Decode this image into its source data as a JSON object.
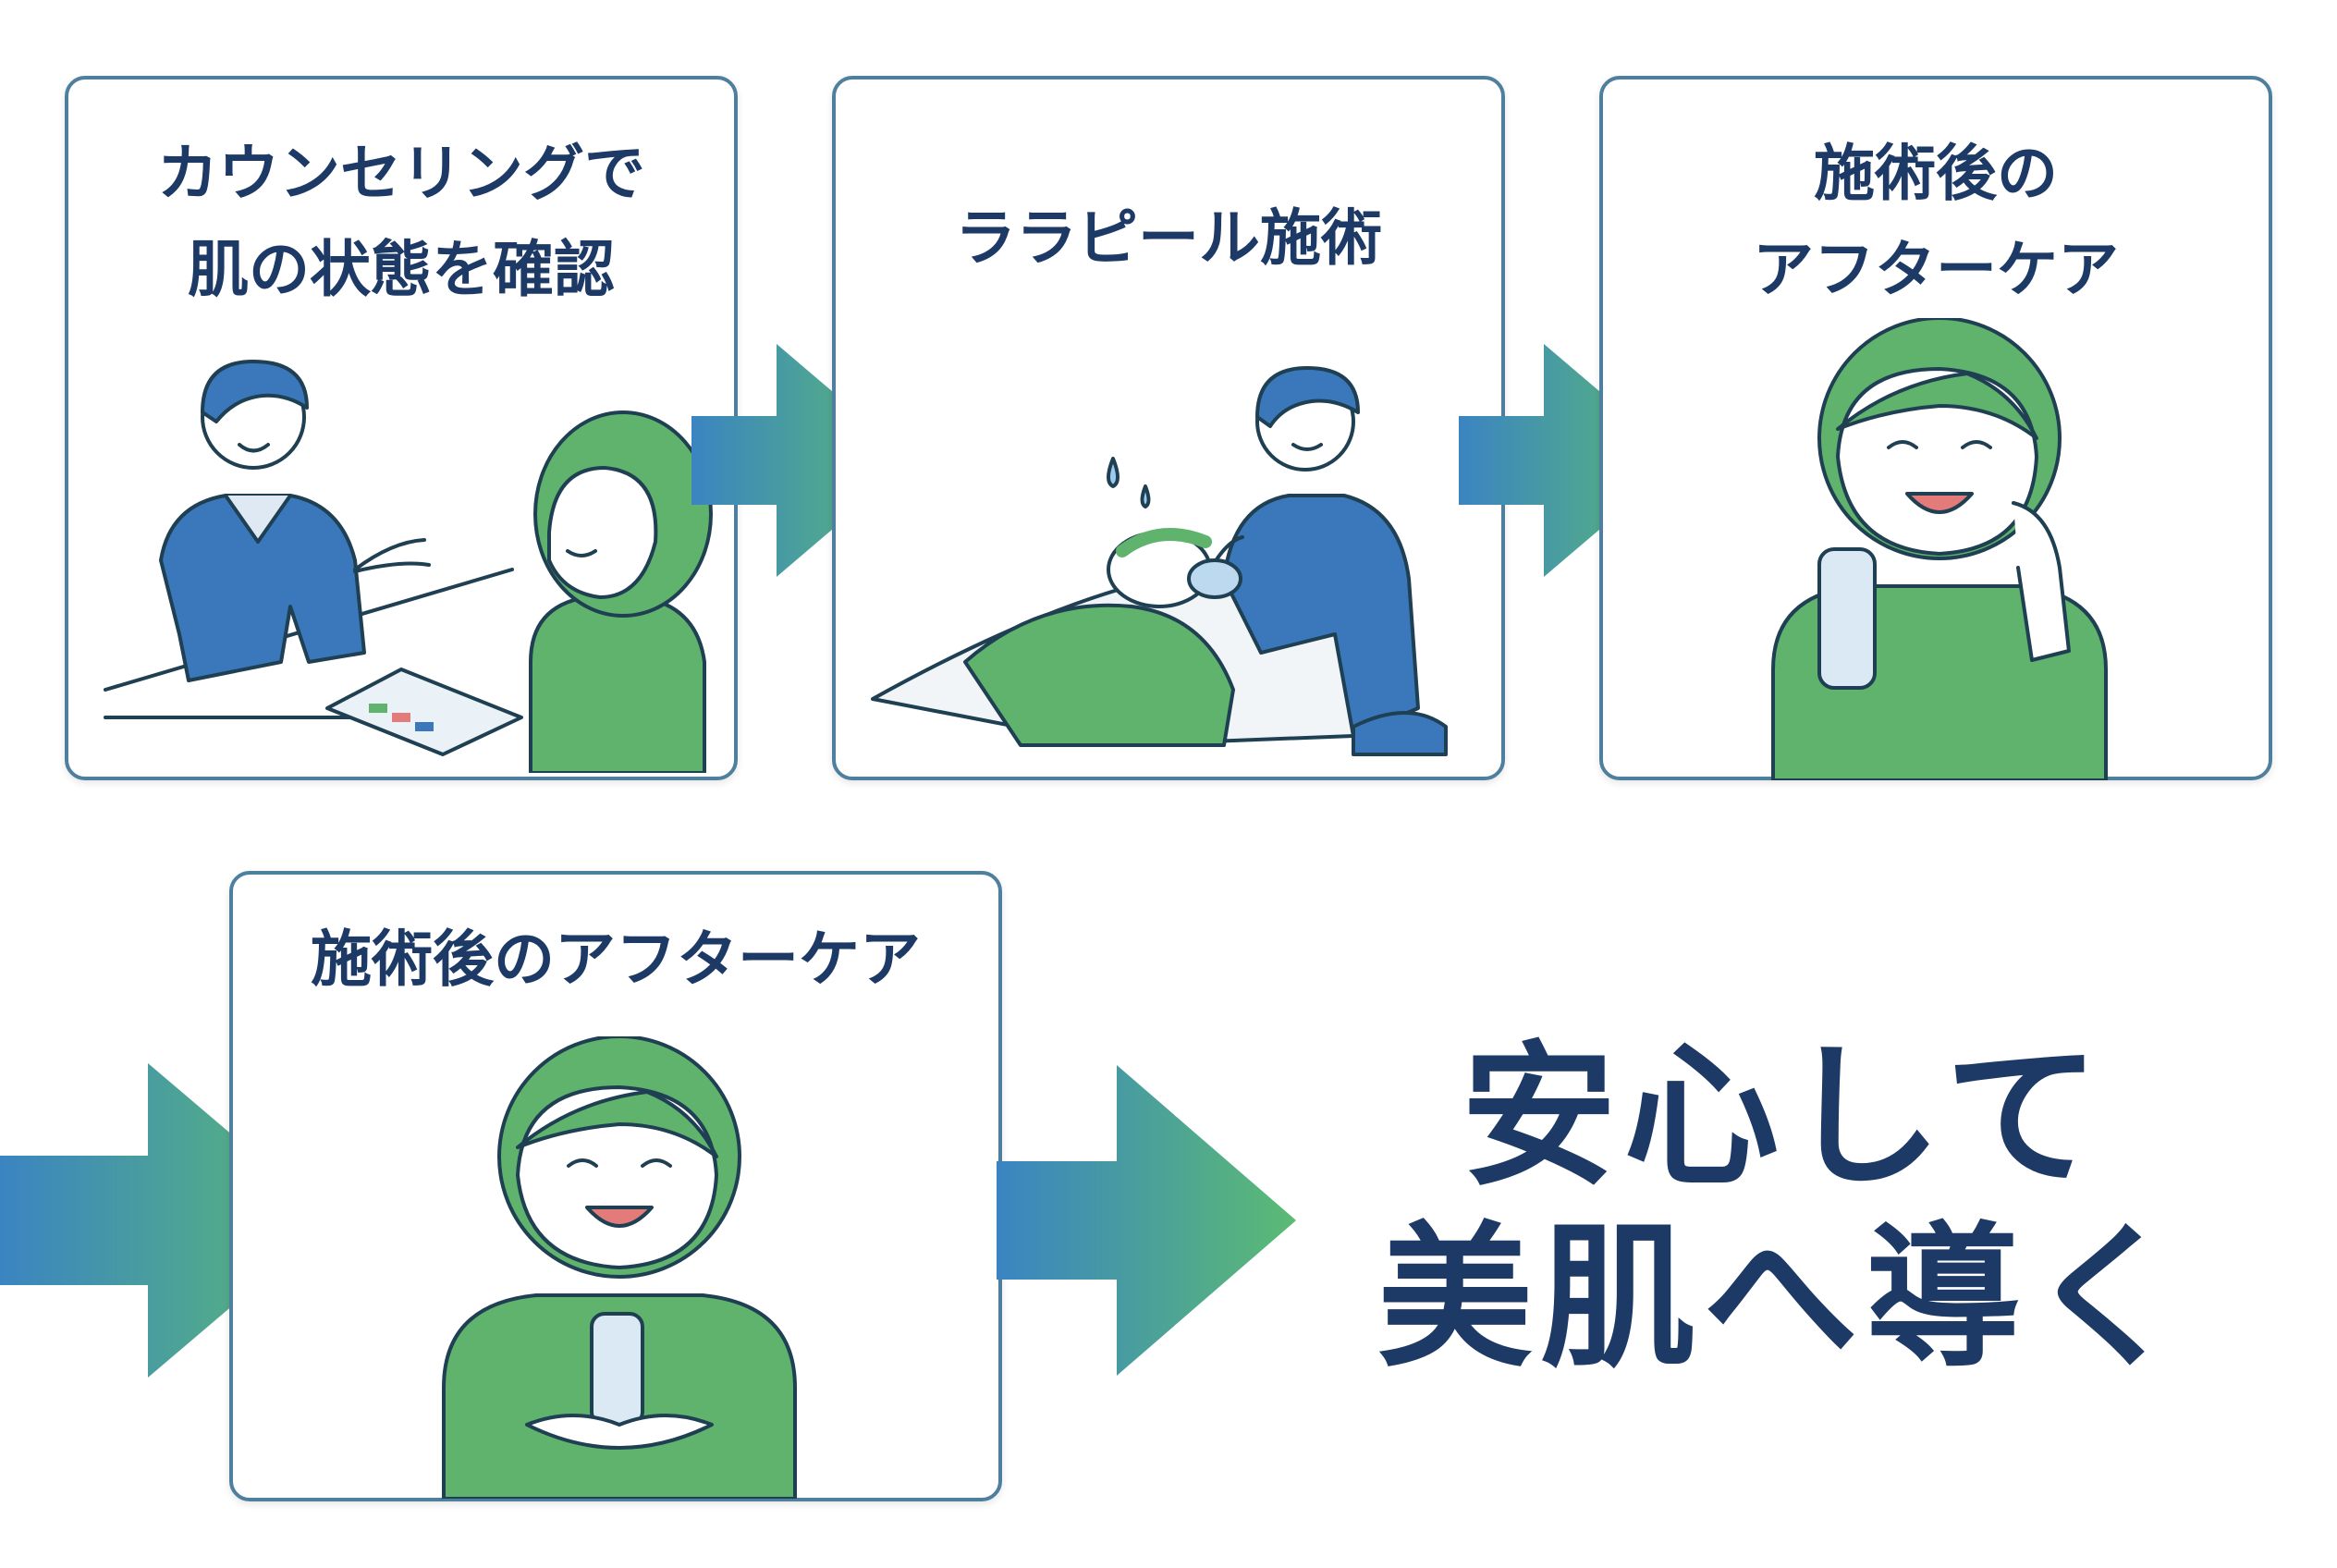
{
  "steps": [
    {
      "title": "カウンセリングで\n肌の状態を確認"
    },
    {
      "title": "ララピール施術"
    },
    {
      "title": "施術後の\nアフターケア"
    },
    {
      "title": "施術後のアフターケア"
    }
  ],
  "final_message": "安心して\n美肌へ導く",
  "colors": {
    "title_text": "#1d3966",
    "card_border": "#4f7f9e",
    "arrow_gradient_start": "#3b84c2",
    "arrow_gradient_end": "#5bbb73",
    "person_green": "#5fb36d",
    "staff_blue": "#3a78bb",
    "outline": "#1f3f52"
  }
}
